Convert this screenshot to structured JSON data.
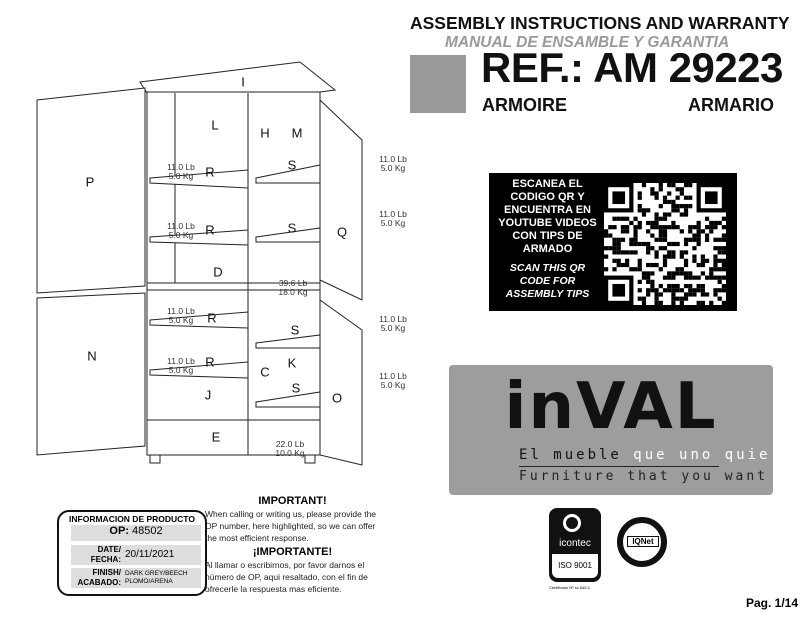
{
  "header": {
    "title_en": "ASSEMBLY INSTRUCTIONS AND WARRANTY",
    "title_es": "MANUAL DE ENSAMBLE Y GARANTIA",
    "reference": "REF.: AM 29223",
    "product_en": "ARMOIRE",
    "product_es": "ARMARIO"
  },
  "qr": {
    "text_es": "ESCANEA EL CODIGO QR Y ENCUENTRA EN YOUTUBE VIDEOS CON TIPS DE ARMADO",
    "text_en": "SCAN THIS QR CODE FOR ASSEMBLY TIPS"
  },
  "brand": {
    "logo": "inVAL",
    "tagline_es_a": "El mueble",
    "tagline_es_b": "que uno quiere",
    "tagline_en": "Furniture that you want"
  },
  "certs": {
    "icontec": "icontec",
    "iso": "ISO 9001",
    "cert_no": "Certificado Nº sc 640-1",
    "iqnet": "IQNet"
  },
  "product_info": {
    "title": "INFORMACION DE PRODUCTO",
    "op_label": "OP:",
    "op": "48502",
    "date_label_a": "DATE/",
    "date_label_b": "FECHA:",
    "date": "20/11/2021",
    "finish_label_a": "FINISH/",
    "finish_label_b": "ACABADO:",
    "finish_a": "DARK GREY/BEECH",
    "finish_b": "PLOMO/ARENA"
  },
  "important": {
    "title_en": "IMPORTANT!",
    "text_en": "When calling or writing us, please provide the OP number, here highlighted, so we can offer the most efficient response.",
    "title_es": "¡IMPORTANTE!",
    "text_es": "Al llamar o escribirnos, por favor darnos el número de OP, aqui resaltado, con el fin de ofrecerle la respuesta mas eficiente."
  },
  "diagram": {
    "parts": [
      "I",
      "L",
      "H",
      "M",
      "R",
      "R",
      "R",
      "R",
      "S",
      "S",
      "S",
      "S",
      "Q",
      "D",
      "K",
      "C",
      "J",
      "E",
      "O",
      "P",
      "N"
    ],
    "weights": [
      [
        "11.0 Lb",
        "5.0 Kg"
      ],
      [
        "11.0 Lb",
        "5.0 Kg"
      ],
      [
        "11.0 Lb",
        "5.0 Kg"
      ],
      [
        "11.0 Lb",
        "5.0 Kg"
      ],
      [
        "11.0 Lb",
        "5.0 Kg"
      ],
      [
        "11.0 Lb",
        "5.0 Kg"
      ],
      [
        "11.0 Lb",
        "5.0 Kg"
      ],
      [
        "11.0 Lb",
        "5.0 Kg"
      ],
      [
        "39.6 Lb",
        "18.0 Kg"
      ],
      [
        "22.0 Lb",
        "10.0 Kg"
      ]
    ]
  },
  "footer": {
    "page": "Pag. 1/14"
  }
}
